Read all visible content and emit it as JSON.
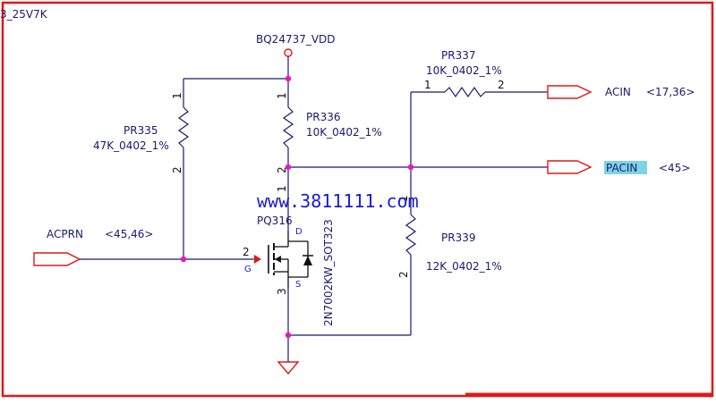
{
  "header": {
    "sheet_ref": "3_25V7K"
  },
  "supply": {
    "label": "BQ24737_VDD"
  },
  "nets": {
    "acprn": {
      "name": "ACPRN",
      "refs": "<45,46>"
    },
    "acin": {
      "name": "ACIN",
      "refs": "<17,36>"
    },
    "pacin": {
      "name": "PACIN",
      "refs": "<45>",
      "highlight": "#7fd3e8"
    }
  },
  "resistors": [
    {
      "ref": "PR335",
      "value": "47K_0402_1%",
      "pin1": "1",
      "pin2": "2"
    },
    {
      "ref": "PR336",
      "value": "10K_0402_1%",
      "pin1": "1",
      "pin2": "2"
    },
    {
      "ref": "PR337",
      "value": "10K_0402_1%",
      "pin1": "1",
      "pin2": "2"
    },
    {
      "ref": "PR339",
      "value": "12K_0402_1%",
      "pin1": "1",
      "pin2": "2"
    }
  ],
  "transistor": {
    "ref": "PQ316",
    "part": "2N7002KW_SOT323",
    "pin_gate": "2",
    "pin_drain": "1",
    "pin_source": "3",
    "gate_letter": "G",
    "drain_letter": "D",
    "source_letter": "S"
  },
  "watermark": "www.3811111.com",
  "colors": {
    "border": "#e01818",
    "wire": "#1a1a6e",
    "junction": "#e815c8",
    "supply_ring": "#e01818"
  }
}
